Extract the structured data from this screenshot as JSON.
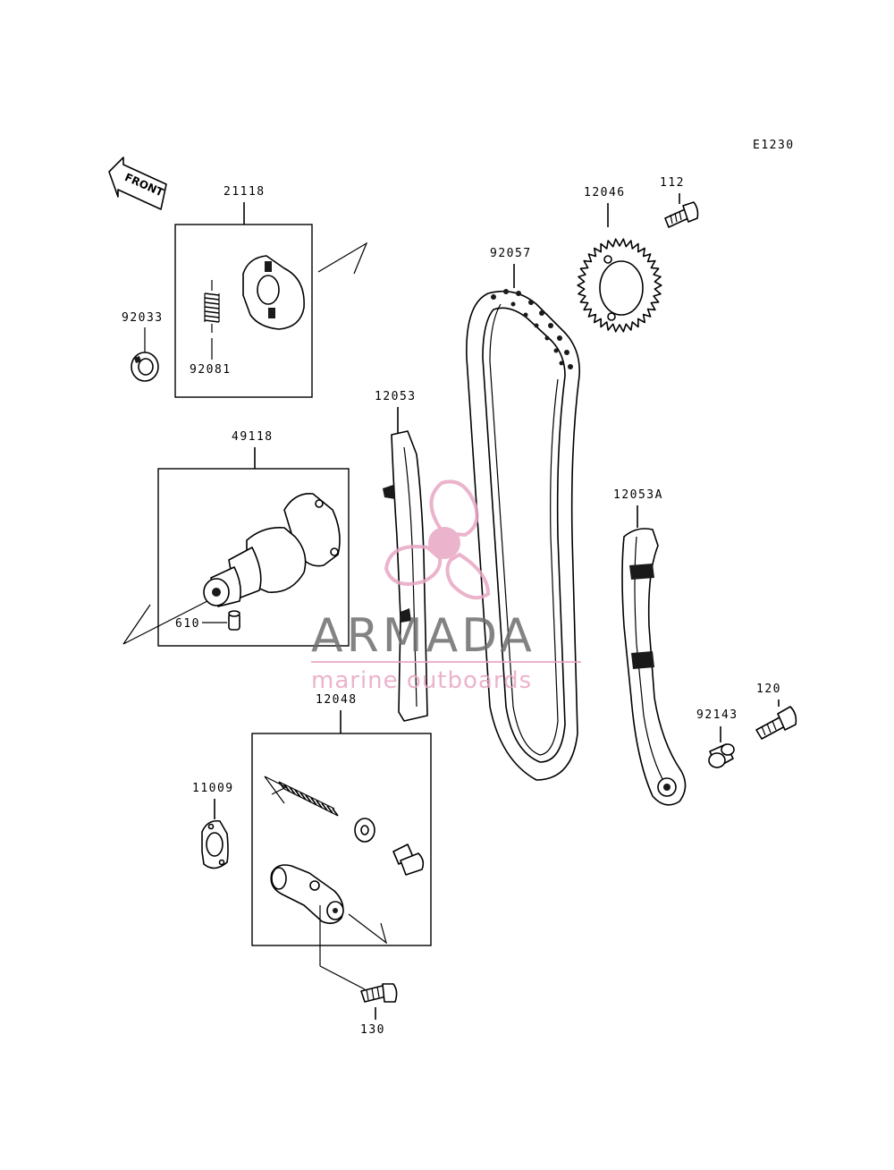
{
  "diagram_code": "E1230",
  "front_label": "FRONT",
  "parts": {
    "p21118": "21118",
    "p92033": "92033",
    "p92081": "92081",
    "p49118": "49118",
    "p610": "610",
    "p12053": "12053",
    "p92057": "92057",
    "p12046": "12046",
    "p112": "112",
    "p12053A": "12053A",
    "p120": "120",
    "p92143": "92143",
    "p12048": "12048",
    "p11009": "11009",
    "p130": "130"
  },
  "watermark": {
    "brand": "ARMADA",
    "tagline": "marine outboards",
    "colors": {
      "pink": "#e8a6c4",
      "gray": "#6e6e6e"
    }
  }
}
